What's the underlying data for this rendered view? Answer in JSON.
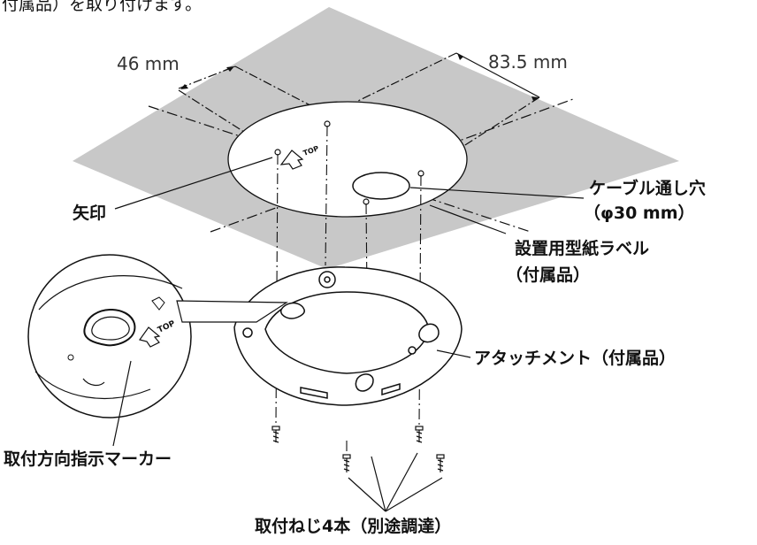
{
  "header_fragment": "付属品）を取り付けます。",
  "dimensions": {
    "width_left": "46 mm",
    "width_right": "83.5 mm"
  },
  "template_top_marker": "TOP",
  "labels": {
    "arrow": "矢印",
    "cable_hole_line1": "ケーブル通し穴",
    "cable_hole_line2": "（φ30 mm）",
    "template_label_line1": "設置用型紙ラベル",
    "template_label_line2": "（付属品）",
    "attachment": "アタッチメント（付属品）",
    "direction_marker": "取付方向指示マーカー",
    "screws": "取付ねじ4本（別途調達）"
  },
  "colors": {
    "ceiling": "#c8c8c8",
    "template": "#ffffff",
    "line": "#111111"
  }
}
